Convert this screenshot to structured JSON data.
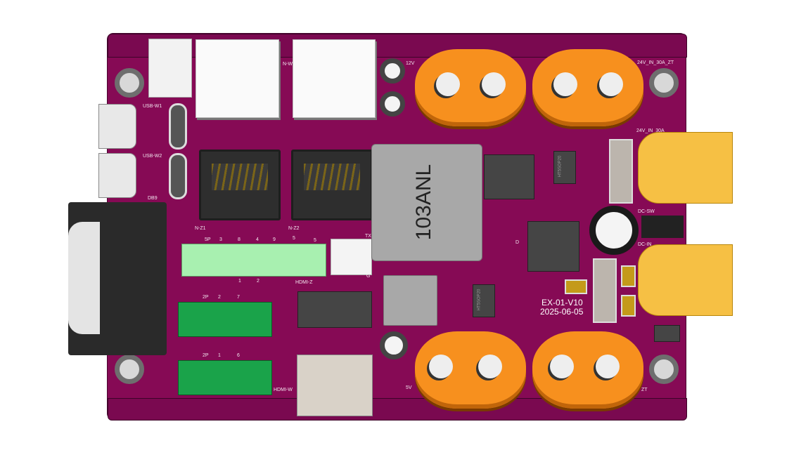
{
  "board": {
    "color": "#860a55",
    "labels": {
      "usb_w1": "USB-W1",
      "usb_w2": "USB-W2",
      "db9": "DB9",
      "n_z1": "N-Z1",
      "n_z2": "N-Z2",
      "n_w": "N-W",
      "v12": "12V",
      "in_zt_top": "24V_IN_30A_ZT",
      "in_30a": "24V_IN_30A",
      "dc_sw": "DC-SW",
      "dc_in": "DC-IN",
      "inductor": "103ANL",
      "ic1": "HT5SOP20",
      "ic2": "HT5SOP20",
      "version": "EX-01-V10",
      "date": "2025-06-05",
      "tx": "TX",
      "g": "G",
      "hdmi_z": "HDMI-Z",
      "hdmi_w": "HDMI-W",
      "v5": "5V",
      "d": "D",
      "zt_bottom": "ZT",
      "term5_name": "5P",
      "term5_pins": [
        "3",
        "8",
        "4",
        "9",
        "5",
        "5"
      ],
      "term5_bottom": [
        "1",
        "2"
      ],
      "term2a_name": "2P",
      "term2a_pins": [
        "2",
        "7"
      ],
      "term2b_name": "2P",
      "term2b_pins": [
        "1",
        "6"
      ]
    }
  }
}
